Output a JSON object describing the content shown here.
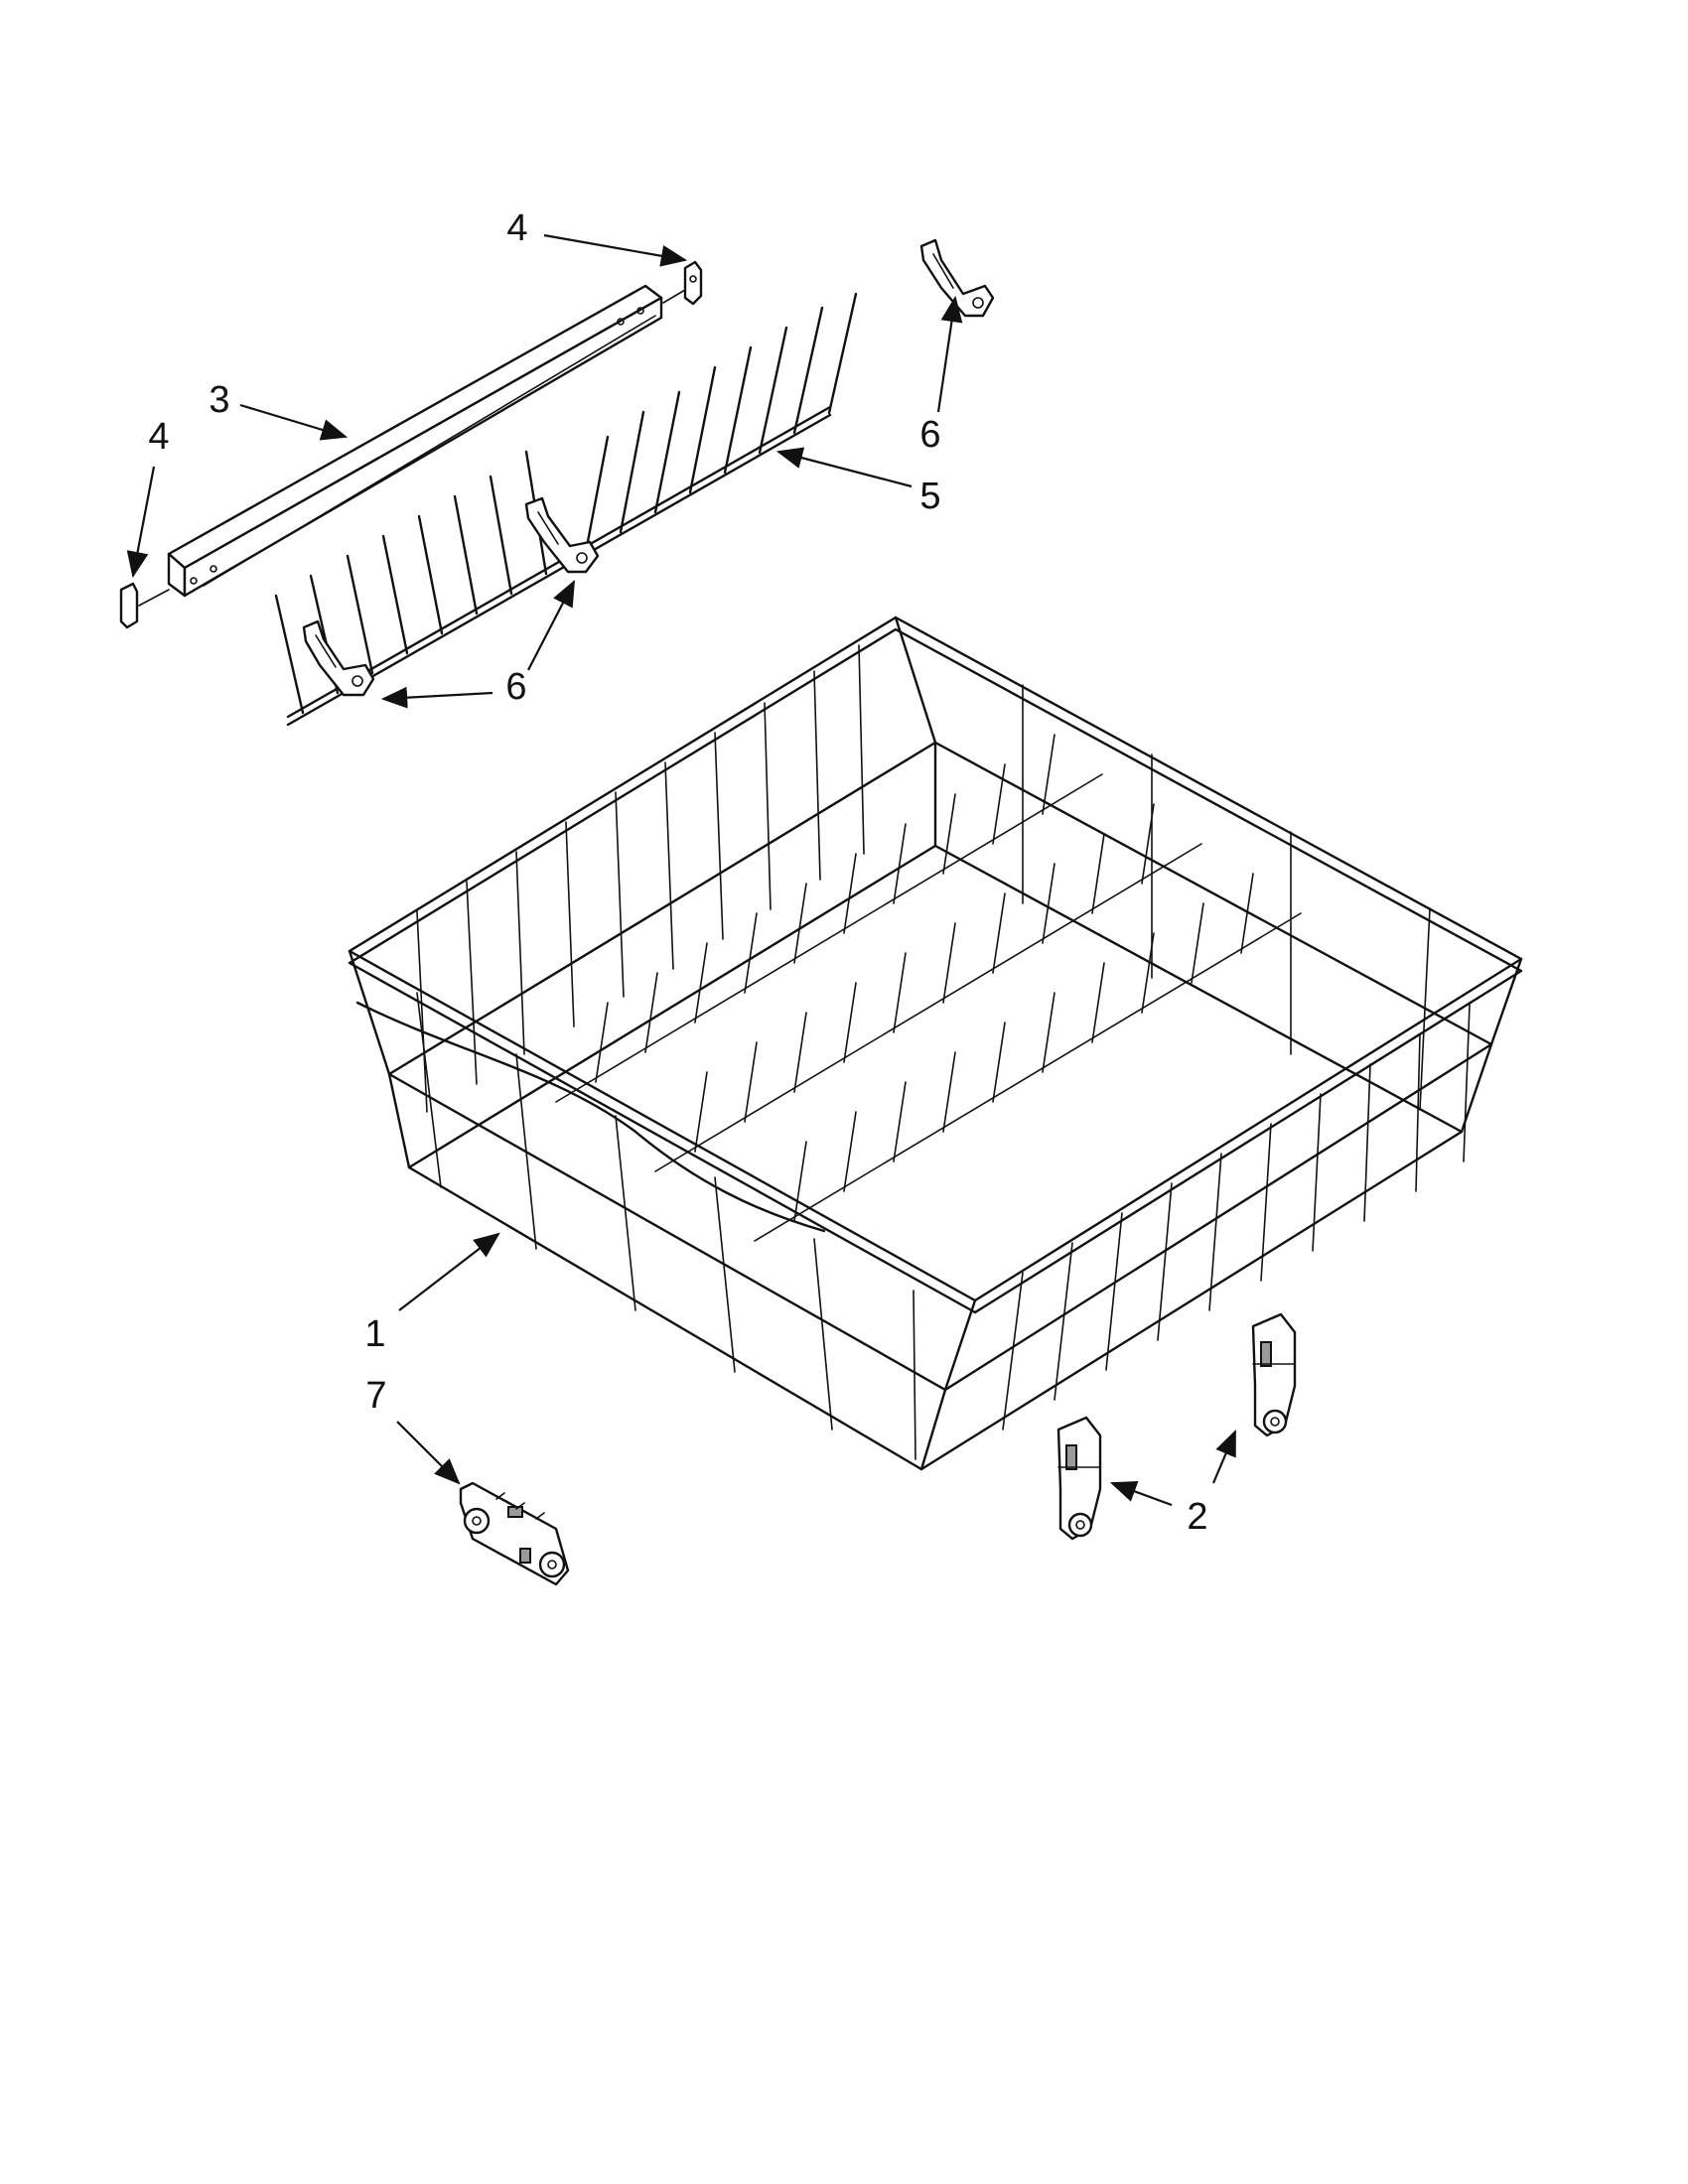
{
  "diagram": {
    "type": "exploded-parts-view",
    "colors": {
      "line": "#111111",
      "background": "#ffffff",
      "shade": "#9a9a9a"
    },
    "callouts": [
      {
        "id": "c4a",
        "label": "4"
      },
      {
        "id": "c3",
        "label": "3"
      },
      {
        "id": "c4b",
        "label": "4"
      },
      {
        "id": "c6a",
        "label": "6"
      },
      {
        "id": "c5",
        "label": "5"
      },
      {
        "id": "c6b",
        "label": "6"
      },
      {
        "id": "c1",
        "label": "1"
      },
      {
        "id": "c7",
        "label": "7"
      },
      {
        "id": "c2",
        "label": "2"
      }
    ]
  }
}
